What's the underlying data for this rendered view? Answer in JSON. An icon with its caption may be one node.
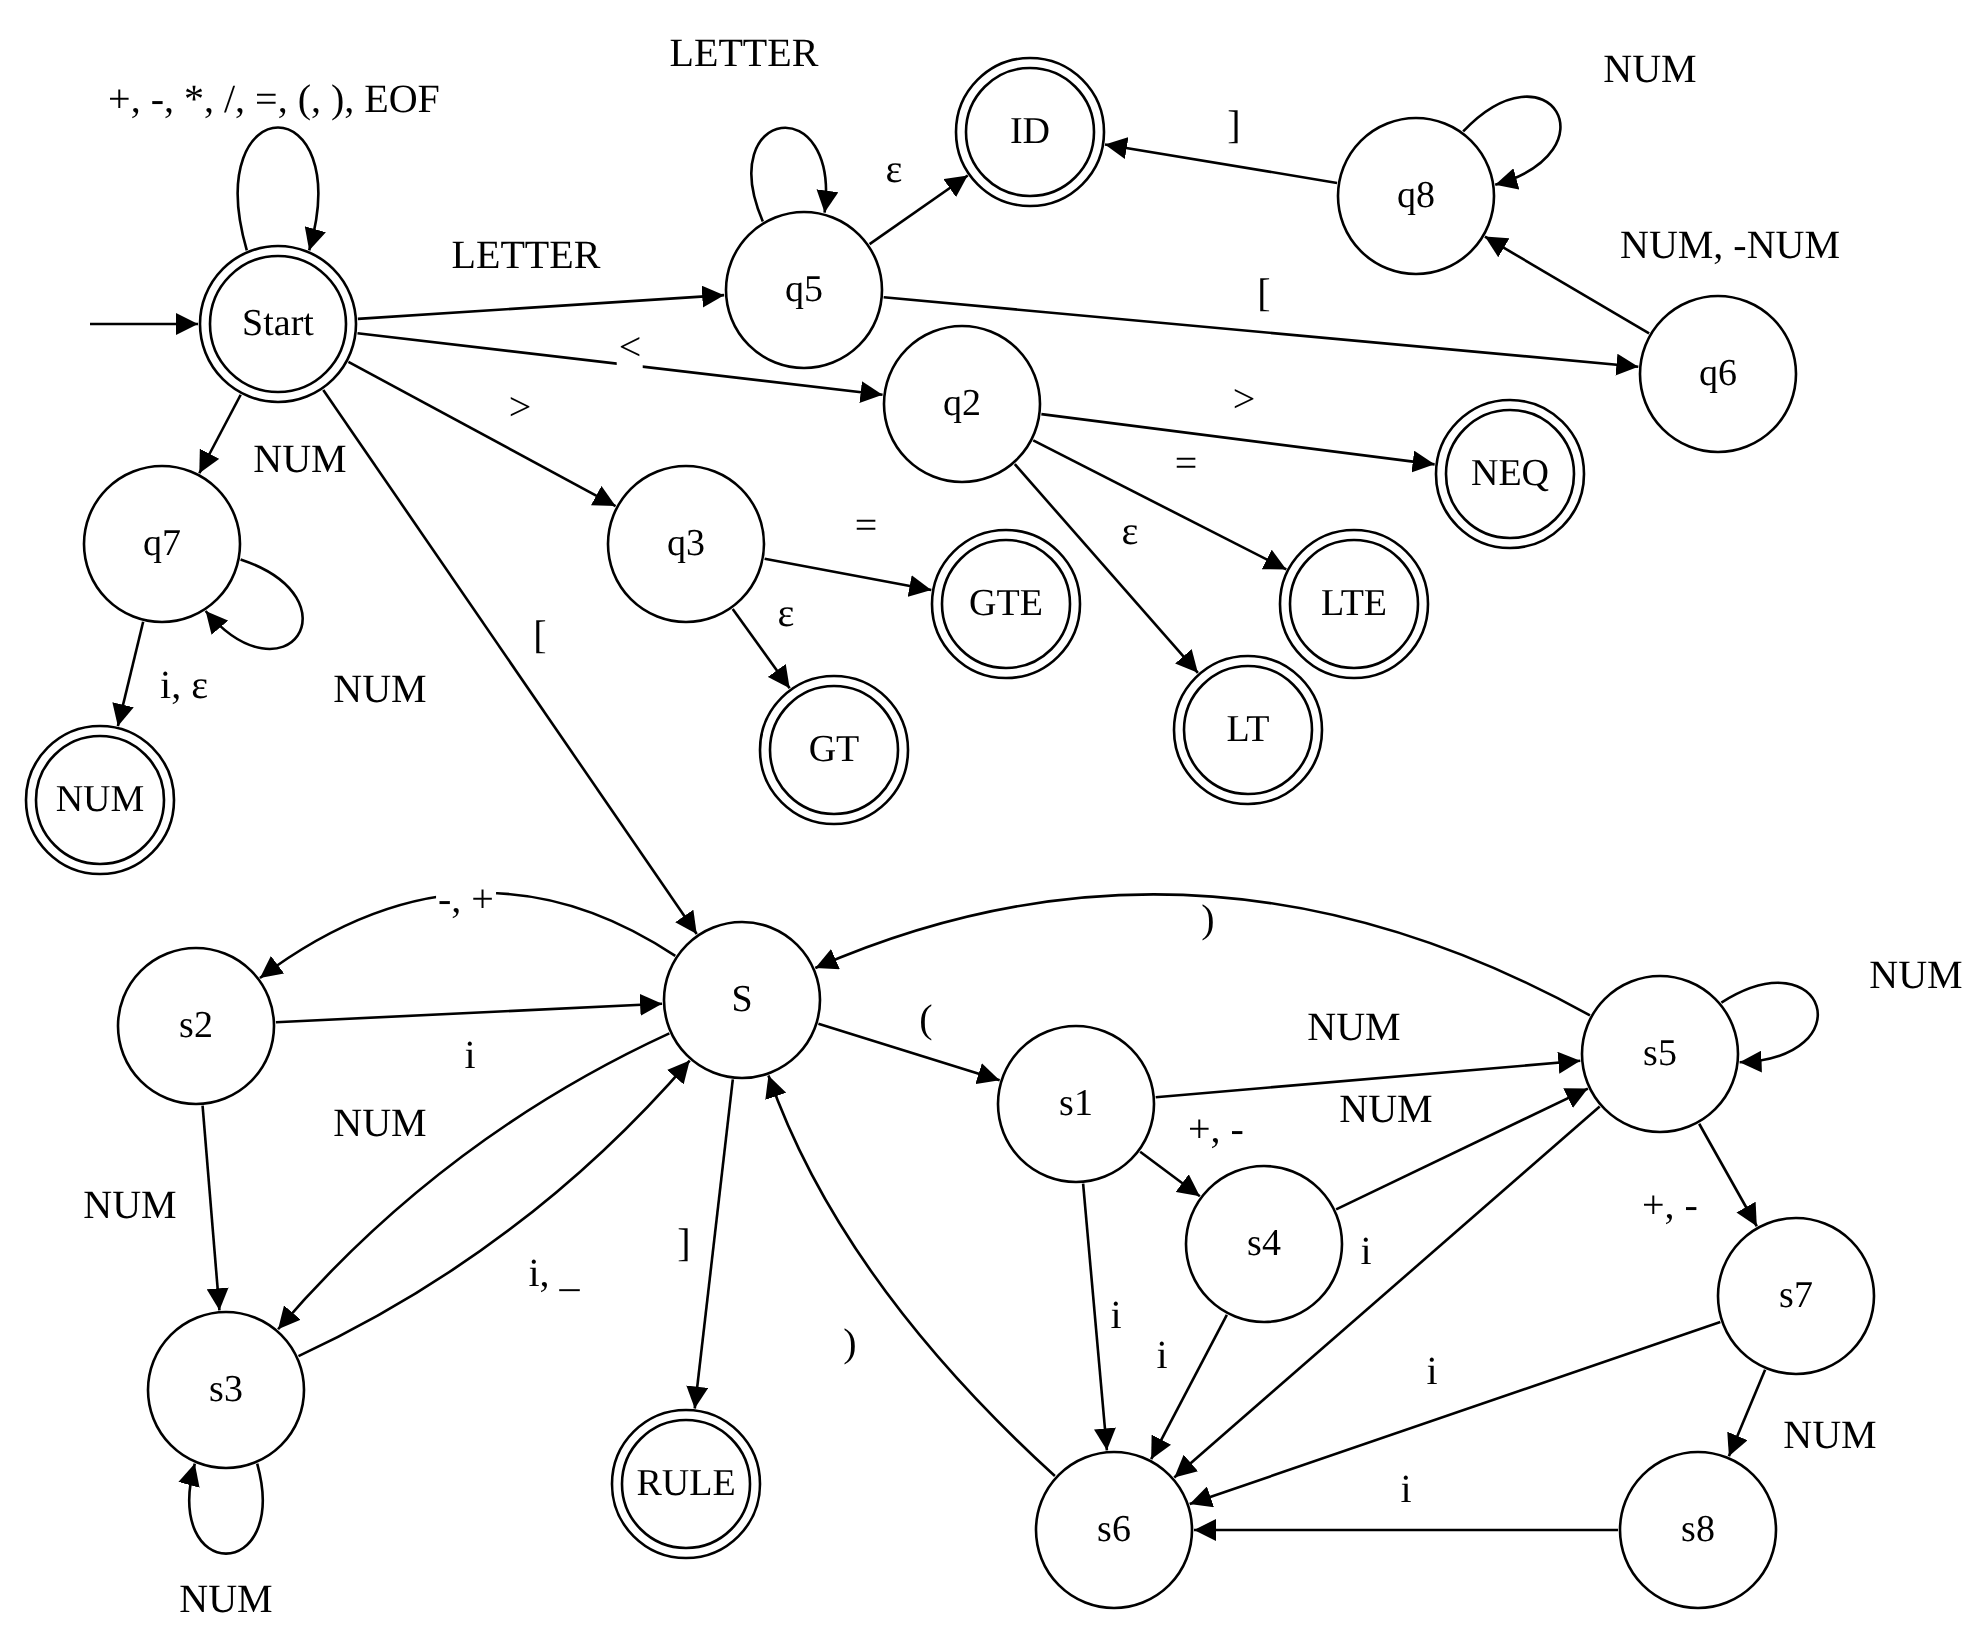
{
  "diagram": {
    "nodes": [
      {
        "text": [
          "Start"
        ]
      },
      {
        "text": [
          "q5"
        ]
      },
      {
        "text": [
          "ID"
        ]
      },
      {
        "text": [
          "q8"
        ]
      },
      {
        "text": [
          "q6"
        ]
      },
      {
        "text": [
          "q2"
        ]
      },
      {
        "text": [
          "NEQ"
        ]
      },
      {
        "text": [
          "q7"
        ]
      },
      {
        "text": [
          "q3"
        ]
      },
      {
        "text": [
          "GTE"
        ]
      },
      {
        "text": [
          "LTE"
        ]
      },
      {
        "text": [
          "NUM"
        ]
      },
      {
        "text": [
          "GT"
        ]
      },
      {
        "text": [
          "LT"
        ]
      },
      {
        "text": [
          "S"
        ]
      },
      {
        "text": [
          "s2"
        ]
      },
      {
        "text": [
          "s1"
        ]
      },
      {
        "text": [
          "s5"
        ]
      },
      {
        "text": [
          "s4"
        ]
      },
      {
        "text": [
          "s3"
        ]
      },
      {
        "text": [
          "RULE"
        ]
      },
      {
        "text": [
          "s7"
        ]
      },
      {
        "text": [
          "s6"
        ]
      },
      {
        "text": [
          "s8"
        ]
      }
    ],
    "edges": [
      {
        "from": null,
        "to": 0,
        "arrow": "to"
      },
      {
        "from": 0,
        "to": 0,
        "arrow": "to",
        "label": "+, -, *, /, =, (, ), EOF"
      },
      {
        "from": 0,
        "to": 1,
        "arrow": "to",
        "label": "LETTER"
      },
      {
        "from": 1,
        "to": 1,
        "arrow": "to",
        "label": "LETTER"
      },
      {
        "from": 1,
        "to": 2,
        "arrow": "to",
        "label": "ε"
      },
      {
        "from": 3,
        "to": 2,
        "arrow": "to",
        "label": "]"
      },
      {
        "from": 3,
        "to": 3,
        "arrow": "to",
        "label": "NUM"
      },
      {
        "from": 4,
        "to": 3,
        "arrow": "to",
        "label": "NUM, -NUM"
      },
      {
        "from": 1,
        "to": 4,
        "arrow": "to",
        "label": "["
      },
      {
        "from": 0,
        "to": 5,
        "arrow": "to",
        "label": "<"
      },
      {
        "from": 5,
        "to": 6,
        "arrow": "to",
        "label": ">"
      },
      {
        "from": 5,
        "to": 10,
        "arrow": "to",
        "label": "="
      },
      {
        "from": 5,
        "to": 13,
        "arrow": "to",
        "label": "ε"
      },
      {
        "from": 0,
        "to": 8,
        "arrow": "to",
        "label": ">"
      },
      {
        "from": 8,
        "to": 9,
        "arrow": "to",
        "label": "="
      },
      {
        "from": 8,
        "to": 12,
        "arrow": "to",
        "label": "ε"
      },
      {
        "from": 0,
        "to": 7,
        "arrow": "to",
        "label": "NUM"
      },
      {
        "from": 7,
        "to": 7,
        "arrow": "to",
        "label": "NUM"
      },
      {
        "from": 7,
        "to": 11,
        "arrow": "to",
        "label": "i, ε"
      },
      {
        "from": 0,
        "to": 14,
        "arrow": "to",
        "label": "["
      },
      {
        "from": 14,
        "to": 15,
        "arrow": "to",
        "label": "-, +"
      },
      {
        "from": 15,
        "to": 14,
        "arrow": "to",
        "label": "i"
      },
      {
        "from": 15,
        "to": 19,
        "arrow": "to",
        "label": "NUM"
      },
      {
        "from": 14,
        "to": 19,
        "arrow": "to",
        "label": "NUM"
      },
      {
        "from": 19,
        "to": 14,
        "arrow": "to",
        "label": "i, _"
      },
      {
        "from": 19,
        "to": 19,
        "arrow": "to",
        "label": "NUM"
      },
      {
        "from": 14,
        "to": 20,
        "arrow": "to",
        "label": "]"
      },
      {
        "from": 17,
        "to": 14,
        "arrow": "to",
        "label": ")"
      },
      {
        "from": 22,
        "to": 14,
        "arrow": "to",
        "label": ")"
      },
      {
        "from": 14,
        "to": 16,
        "arrow": "to",
        "label": "("
      },
      {
        "from": 16,
        "to": 17,
        "arrow": "to",
        "label": "NUM"
      },
      {
        "from": 18,
        "to": 17,
        "arrow": "to",
        "label": "NUM"
      },
      {
        "from": 16,
        "to": 18,
        "arrow": "to",
        "label": "+, -"
      },
      {
        "from": 16,
        "to": 22,
        "arrow": "to",
        "label": "i"
      },
      {
        "from": 18,
        "to": 22,
        "arrow": "to",
        "label": "i"
      },
      {
        "from": 17,
        "to": 22,
        "arrow": "to",
        "label": "i"
      },
      {
        "from": 17,
        "to": 17,
        "arrow": "to",
        "label": "NUM"
      },
      {
        "from": 17,
        "to": 21,
        "arrow": "to",
        "label": "+, -"
      },
      {
        "from": 21,
        "to": 22,
        "arrow": "to",
        "label": "i"
      },
      {
        "from": 21,
        "to": 23,
        "arrow": "to",
        "label": "NUM"
      },
      {
        "from": 23,
        "to": 22,
        "arrow": "to",
        "label": "i"
      }
    ]
  }
}
